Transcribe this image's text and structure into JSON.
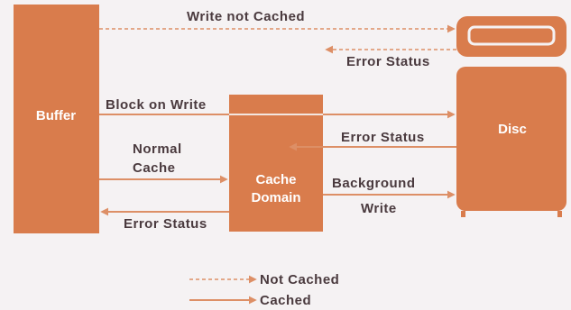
{
  "colors": {
    "background": "#f5f2f3",
    "box": "#d97c4c",
    "arrow": "#dd8f66",
    "text": "#4a3a3e"
  },
  "boxes": {
    "buffer": "Buffer",
    "cache_domain_line1": "Cache",
    "cache_domain_line2": "Domain",
    "disc": "Disc"
  },
  "arrows": {
    "write_not_cached": "Write not Cached",
    "error_status_top": "Error Status",
    "block_on_write": "Block on Write",
    "error_status_mid": "Error Status",
    "normal_cache_line1": "Normal",
    "normal_cache_line2": "Cache",
    "error_status_bottom": "Error Status",
    "background_write_line1": "Background",
    "background_write_line2": "Write"
  },
  "legend": {
    "not_cached": "Not Cached",
    "cached": "Cached"
  }
}
